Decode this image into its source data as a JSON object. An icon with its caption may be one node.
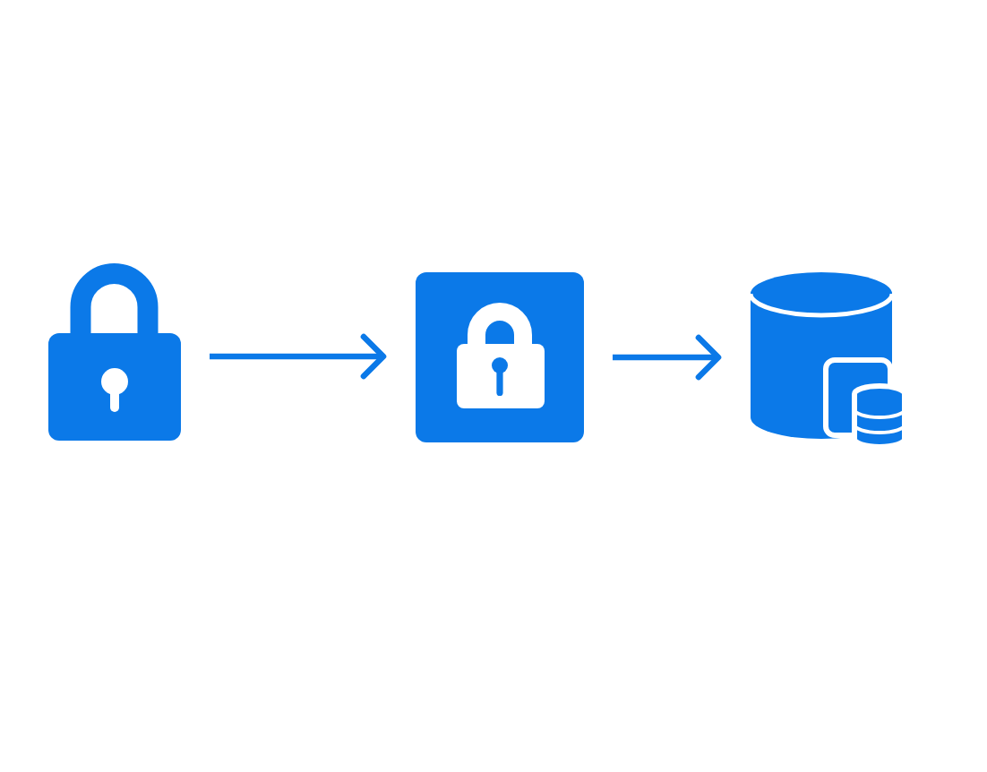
{
  "diagram": {
    "nodes": [
      {
        "text": [],
        "shape": "picture"
      },
      {
        "text": [],
        "shape": "box"
      },
      {
        "text": [],
        "shape": "cylinder"
      }
    ],
    "edges": [
      {
        "from": 0,
        "to": 1,
        "arrow": "to"
      },
      {
        "from": 1,
        "to": 2,
        "arrow": "to"
      }
    ]
  }
}
